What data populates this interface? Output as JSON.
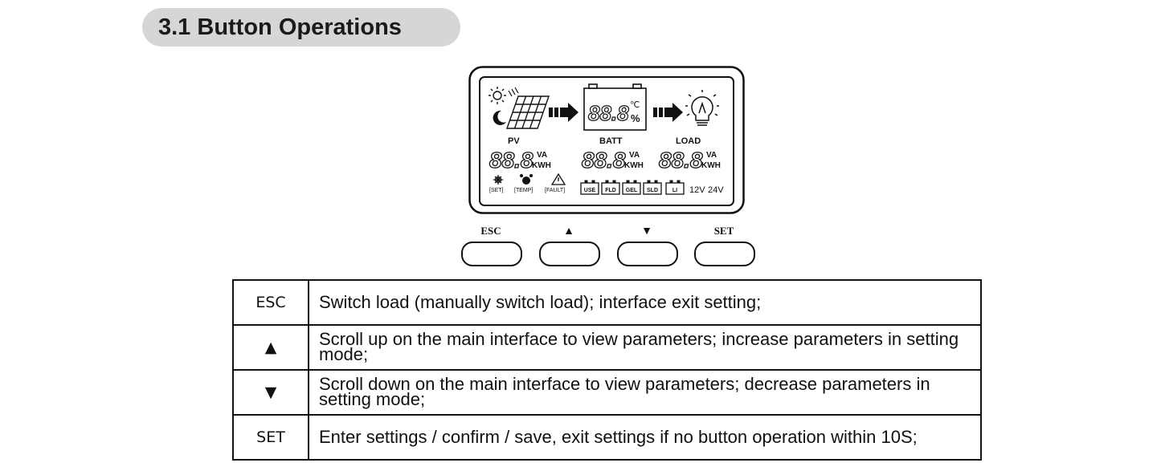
{
  "section": {
    "title": "3.1 Button Operations"
  },
  "lcd": {
    "pv_label": "PV",
    "batt_label": "BATT",
    "load_label": "LOAD",
    "digits": "88.8",
    "unit_va": "VA",
    "unit_kwh": "KWH",
    "unit_celsius": "℃",
    "unit_percent": "%",
    "status_set": "[SET]",
    "status_temp": "[TEMP]",
    "status_fault": "[FAULT]",
    "battery_types": [
      "USE",
      "FLD",
      "GEL",
      "SLD",
      "LI"
    ],
    "voltage_12": "12V",
    "voltage_24": "24V",
    "icons": [
      "sun-icon",
      "moon-icon",
      "solar-panel-icon",
      "arrow-right-icon",
      "battery-icon",
      "light-bulb-icon",
      "gear-icon",
      "alarm-clock-icon",
      "warning-icon"
    ]
  },
  "hardware_buttons": [
    {
      "label": "ESC"
    },
    {
      "label": "▲"
    },
    {
      "label": "▼"
    },
    {
      "label": "SET"
    }
  ],
  "operations": [
    {
      "key": "ESC",
      "description": "Switch load (manually switch load); interface exit setting;"
    },
    {
      "key": "▲",
      "description": "Scroll up on the main interface to view parameters; increase parameters in setting mode;"
    },
    {
      "key": "▼",
      "description": "Scroll down on the main interface to view parameters; decrease parameters in setting mode;"
    },
    {
      "key": "SET",
      "description": "Enter settings / confirm / save, exit settings if no button operation within 10S;"
    }
  ]
}
